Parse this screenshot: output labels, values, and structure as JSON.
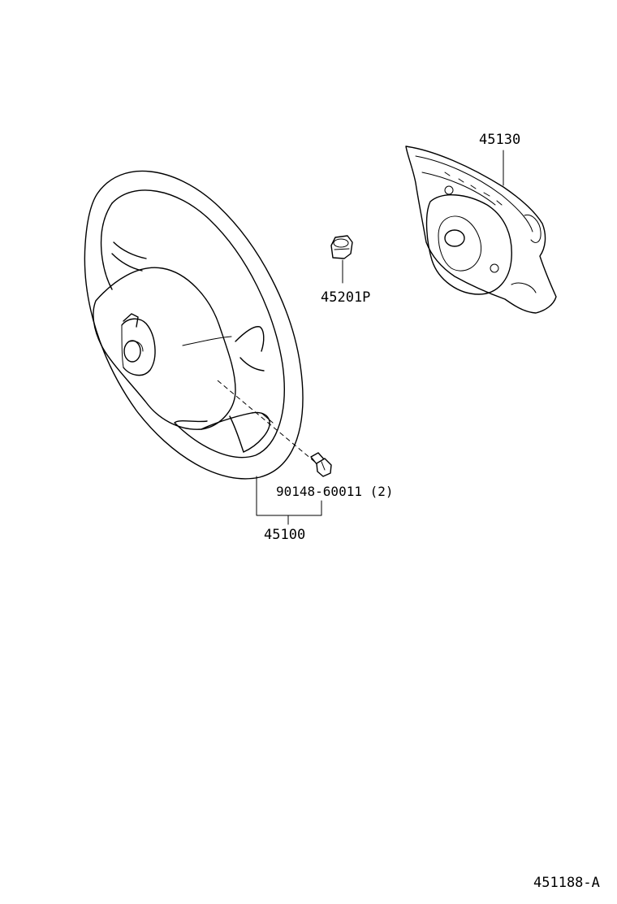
{
  "parts": {
    "pad": "45130",
    "nut": "45201P",
    "bolt": "90148-60011 (2)",
    "wheel": "45100"
  },
  "figure_id": "451188-A"
}
